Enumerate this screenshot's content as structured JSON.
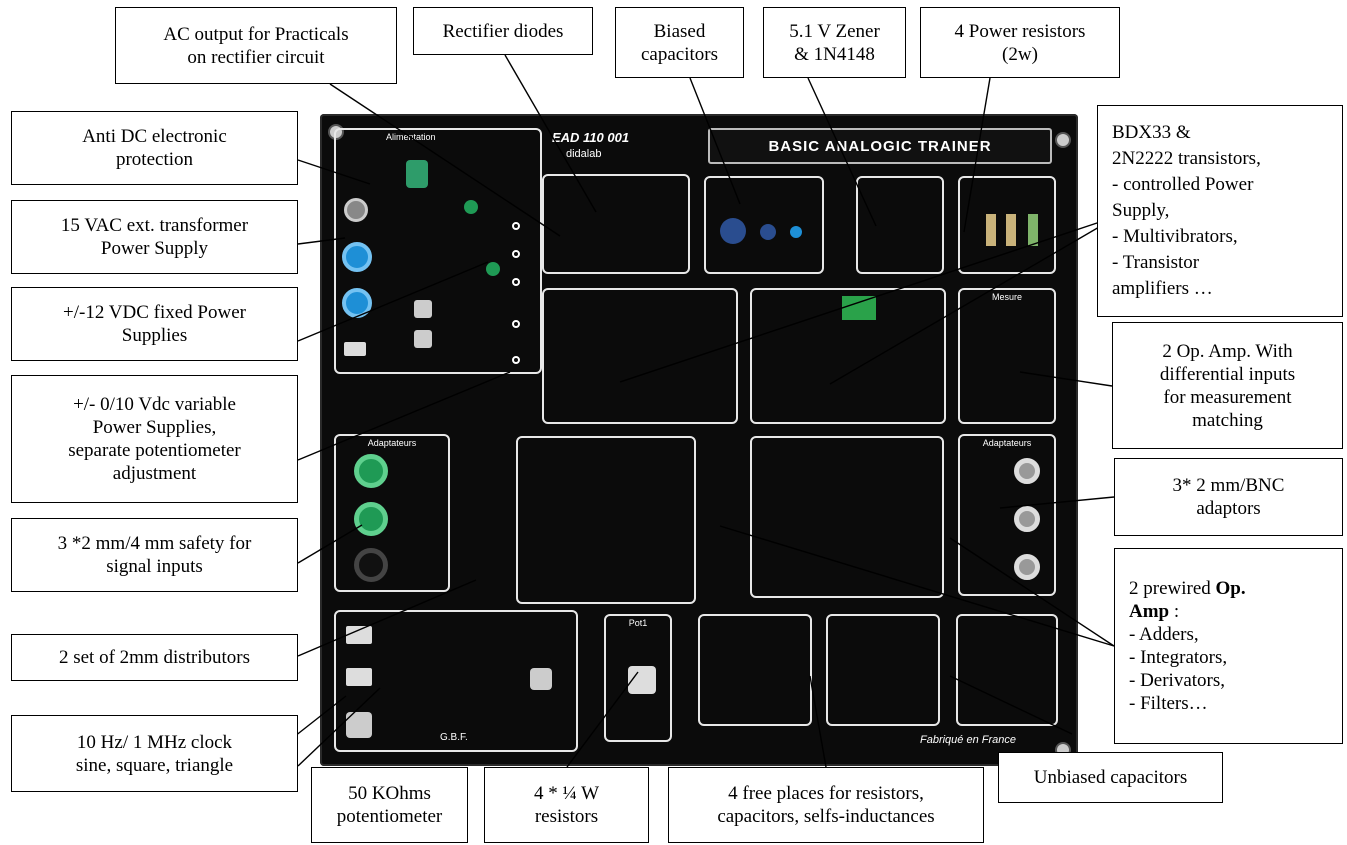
{
  "board": {
    "model": "EAD 110 001",
    "brand": "didalab",
    "name": "BASIC ANALOGIC TRAINER",
    "footer": "Fabriqué en France",
    "alimentation_title": "Alimentation",
    "mesure_title": "Mesure",
    "adapt_left_title": "Adaptateurs",
    "adapt_right_title": "Adaptateurs",
    "gbf_label": "G.B.F.",
    "pot_label": "Pot1"
  },
  "callouts": {
    "ac_output": "AC output for Practicals\non rectifier circuit",
    "rectifier": "Rectifier diodes",
    "biased_caps": "Biased\ncapacitors",
    "zener": "5.1 V Zener\n& 1N4148",
    "power_res": "4 Power resistors\n(2w)",
    "transistors": "BDX33    &\n2N2222 transistors,\n - controlled Power\nSupply,\n - Multivibrators,\n - Transistor\namplifiers …",
    "anti_dc": "Anti DC electronic\nprotection",
    "ext_transformer": "15 VAC ext. transformer\nPower Supply",
    "fixed_supplies": "+/-12 VDC fixed Power\nSupplies",
    "variable_supplies": "+/- 0/10 Vdc variable\nPower Supplies,\nseparate potentiometer\nadjustment",
    "op_amp_meas": "2 Op. Amp. With\ndifferential inputs\nfor measurement\nmatching",
    "bnc": "3* 2 mm/BNC\nadaptors",
    "safety_inputs": "3 *2 mm/4 mm safety for\nsignal inputs",
    "prewired_opamp": "2 prewired Op.\nAmp  :\n - Adders,\n - Integrators,\n - Derivators,\n - Filters…",
    "distributors": "2  set of 2mm distributors",
    "clock": "10 Hz/ 1 MHz clock\nsine, square, triangle",
    "potentiometer": "50 KOhms\npotentiometer",
    "quarter_w": "4 * ¼ W\nresistors",
    "free_places": "4 free places for resistors,\ncapacitors, selfs-inductances",
    "unbiased_caps": "Unbiased capacitors"
  },
  "colors": {
    "board": "#0b0b0b",
    "panel_border": "#e8e8e8",
    "jack_blue": "#1e8fd6",
    "jack_green": "#1f9a55"
  }
}
